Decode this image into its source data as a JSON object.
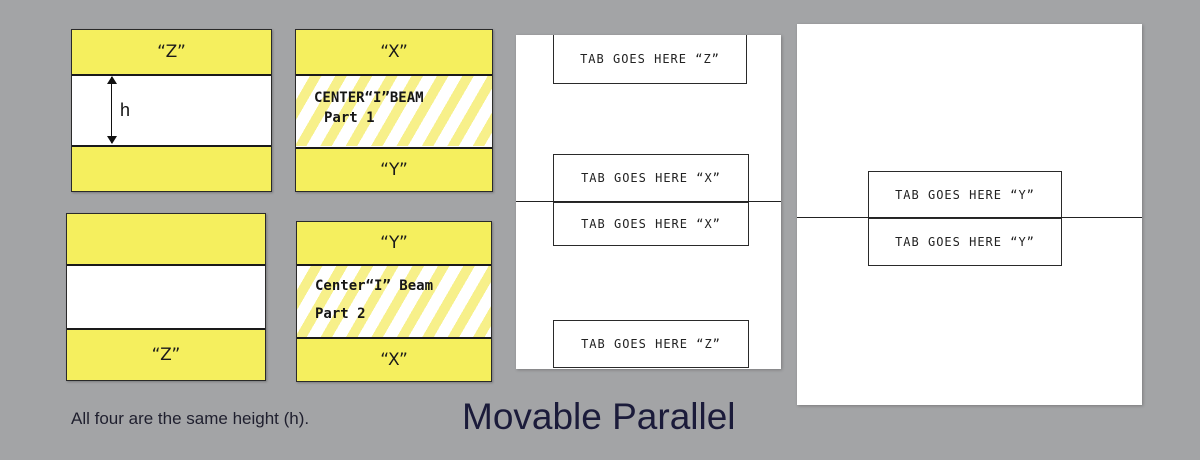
{
  "colors": {
    "background": "#a3a4a6",
    "highlighter_yellow": "#f5ef5e",
    "paper": "#ffffff",
    "ink": "#1a1a1a"
  },
  "cards": {
    "card1": {
      "top_label": "“Z”",
      "height_label": "h"
    },
    "card2": {
      "top_label": "“X”",
      "beam_line1": "CENTER“I”BEAM",
      "beam_line2": "Part 1",
      "bottom_label": "“Y”"
    },
    "card3": {
      "bottom_label": "“Z”"
    },
    "card4": {
      "top_label": "“Y”",
      "beam_line1": "Center“I” Beam",
      "beam_line2": "Part 2",
      "bottom_label": "“X”"
    }
  },
  "sheet_xz": {
    "tab_top_z": "TAB  GOES  HERE “Z”",
    "tab_upper_x": "TAB GOES HERE  “X”",
    "tab_lower_x": "TAB GOES HERE  “X”",
    "tab_bottom_z": "TAB  GOES  HERE “Z”"
  },
  "sheet_y": {
    "tab_upper_y": "TAB GOES HERE “Y”",
    "tab_lower_y": "TAB GOES HERE “Y”"
  },
  "caption": "All  four are the same height (h).",
  "title": "Movable Parallel"
}
